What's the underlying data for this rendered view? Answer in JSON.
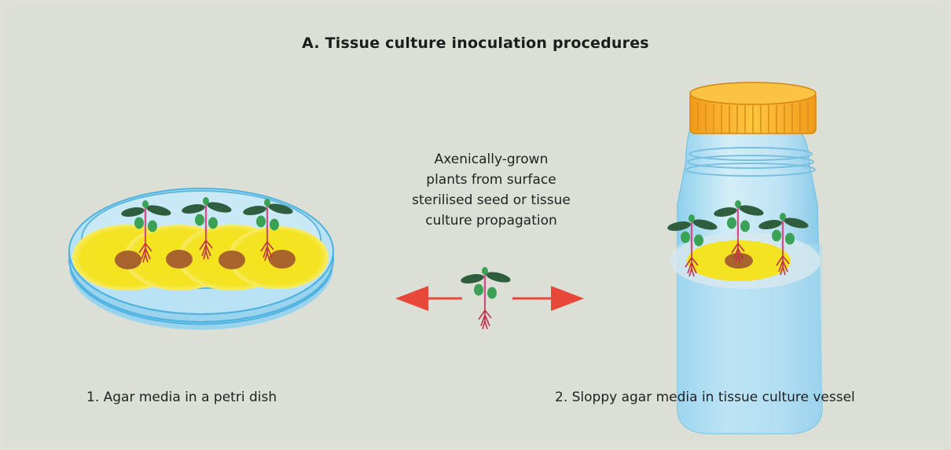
{
  "title": "A. Tissue culture inoculation procedures",
  "center_label": {
    "lines": [
      "Axenically-grown",
      "plants from surface",
      "sterilised seed or tissue",
      "culture propagation"
    ]
  },
  "captions": {
    "petri": "1. Agar media in a petri dish",
    "vessel": "2. Sloppy agar media in tissue culture vessel"
  },
  "colors": {
    "background": "#dcdfd5",
    "agar": "#f2e21e",
    "seed": "#a8642c",
    "arrow": "#e8483a",
    "glass": "#bde4f5",
    "lid": "#f7b02a",
    "stem": "#d0508a",
    "leaf": "#2f8a4c"
  },
  "icons": [
    "petri-dish-icon",
    "culture-vessel-icon",
    "plantlet-icon",
    "arrow-left-icon",
    "arrow-right-icon"
  ]
}
